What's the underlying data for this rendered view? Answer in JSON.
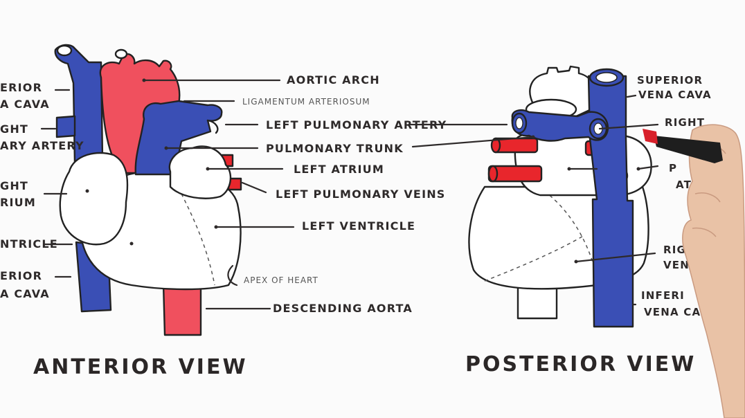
{
  "colors": {
    "blue": "#3a4fb5",
    "red": "#f0505e",
    "bright_red": "#e8262c",
    "outline": "#222222",
    "pale": "#ffffff"
  },
  "anterior": {
    "title": "ANTERIOR VIEW",
    "labels": {
      "left_superior_vena_cava_1": "ERIOR",
      "left_superior_vena_cava_2": "A CAVA",
      "right_pulm_artery_1": "GHT",
      "right_pulm_artery_2": "ARY ARTERY",
      "right_atrium_1": "GHT",
      "right_atrium_2": "RIUM",
      "right_ventricle": "NTRICLE",
      "inferior_vena_cava_1": "ERIOR",
      "inferior_vena_cava_2": "A CAVA",
      "aortic_arch": "AORTIC ARCH",
      "ligamentum": "LIGAMENTUM ARTERIOSUM",
      "left_pulm_artery": "LEFT PULMONARY ARTERY",
      "pulmonary_trunk": "PULMONARY TRUNK",
      "left_atrium": "LEFT ATRIUM",
      "left_pulm_veins": "LEFT PULMONARY VEINS",
      "left_ventricle": "LEFT VENTRICLE",
      "apex": "APEX OF HEART",
      "descending_aorta": "DESCENDING AORTA"
    }
  },
  "posterior": {
    "title": "POSTERIOR VIEW",
    "labels": {
      "svc_1": "SUPERIOR",
      "svc_2": "VENA CAVA",
      "right_1": "RIGHT",
      "right_2": "P",
      "right_3": "AT",
      "right_ventricle_1": "RIGH",
      "right_ventricle_2": "VENTR",
      "ivc_1": "INFERI",
      "ivc_2": "VENA CA"
    }
  }
}
